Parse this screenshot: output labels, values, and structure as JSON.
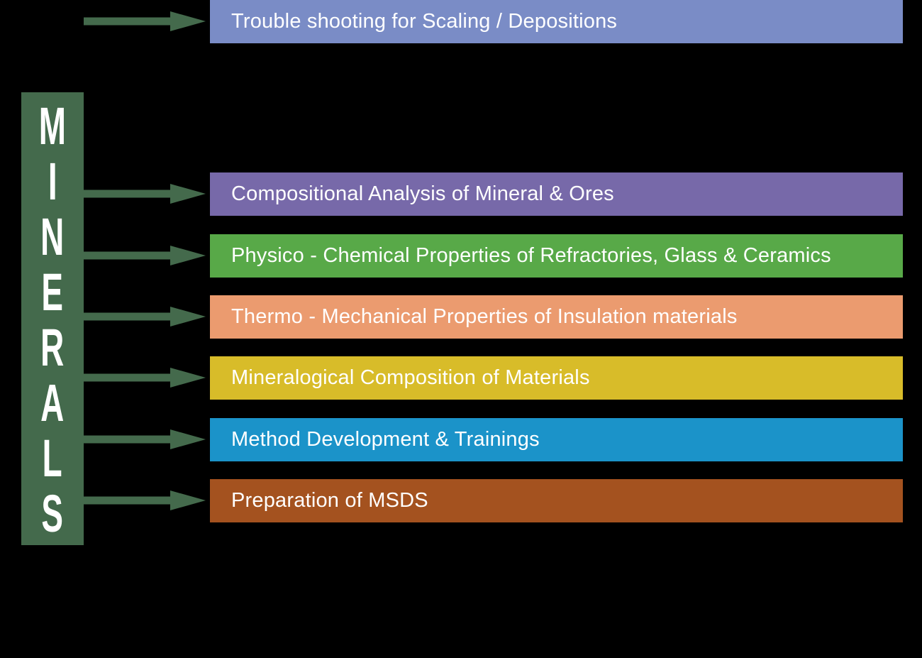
{
  "background_color": "#000000",
  "minerals": {
    "text": "MINERALS",
    "letters": [
      "M",
      "I",
      "N",
      "E",
      "R",
      "A",
      "L",
      "S"
    ],
    "box_color": "#446A4C",
    "text_color": "#FFFFFF"
  },
  "arrow_color": "#446A4C",
  "items": [
    {
      "label": "Compositional Analysis of Mineral & Ores",
      "color": "#7769A9"
    },
    {
      "label": "Physico - Chemical Properties of Refractories, Glass & Ceramics",
      "color": "#58A948"
    },
    {
      "label": "Thermo - Mechanical Properties of Insulation materials",
      "color": "#EB9B6F"
    },
    {
      "label": "Mineralogical Composition of Materials",
      "color": "#D8BC29"
    },
    {
      "label": "Method Development & Trainings",
      "color": "#1B93C9"
    },
    {
      "label": "Preparation of MSDS",
      "color": "#A4521F"
    },
    {
      "label": "Trouble shooting for Scaling / Depositions",
      "color": "#7A8CC6"
    }
  ]
}
